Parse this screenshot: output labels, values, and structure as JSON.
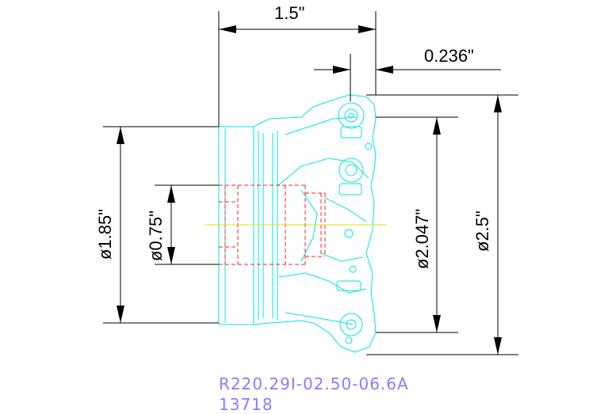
{
  "dimensions": {
    "length": "1.5\"",
    "offset": "0.236\"",
    "hub_diameter": "ø1.85\"",
    "bore_diameter": "ø0.75\"",
    "body_diameter": "ø2.047\"",
    "cutting_diameter": "ø2.5\""
  },
  "caption": {
    "part_number": "R220.29I-02.50-06.6A",
    "code": "13718"
  },
  "colors": {
    "dimension_lines": "#000000",
    "outline": "#00e5e5",
    "hidden_lines": "#ff2020",
    "centerline": "#e0e000",
    "caption": "#8080ff"
  }
}
